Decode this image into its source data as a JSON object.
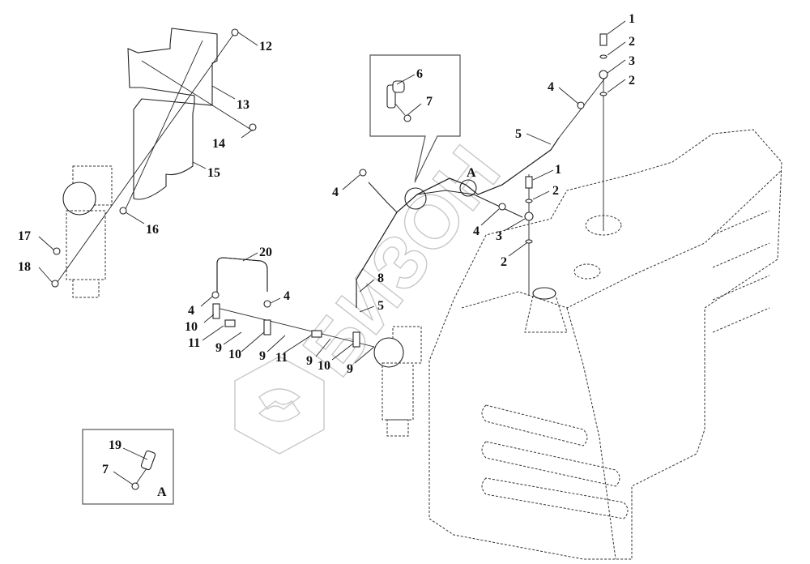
{
  "diagram": {
    "title": "Fuel system parts diagram (fuel tank, fuel lines, filter, brackets)",
    "watermark_text": "БИЗОН",
    "detail_view_label": "A",
    "callouts": [
      {
        "id": "c1a",
        "label": "1"
      },
      {
        "id": "c2a",
        "label": "2"
      },
      {
        "id": "c3a",
        "label": "3"
      },
      {
        "id": "c2b",
        "label": "2"
      },
      {
        "id": "c4a",
        "label": "4"
      },
      {
        "id": "c5a",
        "label": "5"
      },
      {
        "id": "c1b",
        "label": "1"
      },
      {
        "id": "c2c",
        "label": "2"
      },
      {
        "id": "c4b",
        "label": "4"
      },
      {
        "id": "c3b",
        "label": "3"
      },
      {
        "id": "c2d",
        "label": "2"
      },
      {
        "id": "c4c",
        "label": "4"
      },
      {
        "id": "cA",
        "label": "A"
      },
      {
        "id": "c6",
        "label": "6"
      },
      {
        "id": "c7a",
        "label": "7"
      },
      {
        "id": "c12",
        "label": "12"
      },
      {
        "id": "c13",
        "label": "13"
      },
      {
        "id": "c14",
        "label": "14"
      },
      {
        "id": "c15",
        "label": "15"
      },
      {
        "id": "c16",
        "label": "16"
      },
      {
        "id": "c17",
        "label": "17"
      },
      {
        "id": "c18",
        "label": "18"
      },
      {
        "id": "c20",
        "label": "20"
      },
      {
        "id": "c4d",
        "label": "4"
      },
      {
        "id": "c4e",
        "label": "4"
      },
      {
        "id": "c10a",
        "label": "10"
      },
      {
        "id": "c11a",
        "label": "11"
      },
      {
        "id": "c9a",
        "label": "9"
      },
      {
        "id": "c10b",
        "label": "10"
      },
      {
        "id": "c9b",
        "label": "9"
      },
      {
        "id": "c11b",
        "label": "11"
      },
      {
        "id": "c9c",
        "label": "9"
      },
      {
        "id": "c10c",
        "label": "10"
      },
      {
        "id": "c9d",
        "label": "9"
      },
      {
        "id": "c8",
        "label": "8"
      },
      {
        "id": "c5b",
        "label": "5"
      },
      {
        "id": "c19",
        "label": "19"
      },
      {
        "id": "c7b",
        "label": "7"
      },
      {
        "id": "cA2",
        "label": "A"
      }
    ]
  }
}
